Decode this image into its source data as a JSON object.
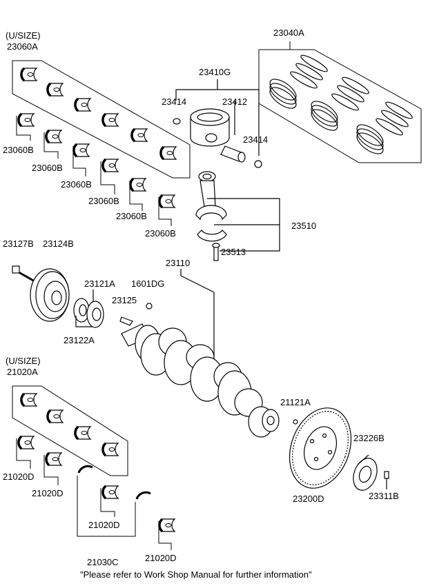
{
  "labels": {
    "usize_upper": "(U/SIZE)",
    "p23060A": "23060A",
    "p23060B": "23060B",
    "p23040A": "23040A",
    "p23410G": "23410G",
    "p23414": "23414",
    "p23412": "23412",
    "p23510": "23510",
    "p23513": "23513",
    "p23127B": "23127B",
    "p23124B": "23124B",
    "p23121A": "23121A",
    "p1601DG": "1601DG",
    "p23110": "23110",
    "p23125": "23125",
    "p23122A": "23122A",
    "usize_lower": "(U/SIZE)",
    "p21020A": "21020A",
    "p21020D": "21020D",
    "p21030C": "21030C",
    "p21121A": "21121A",
    "p23226B": "23226B",
    "p23200D": "23200D",
    "p23311B": "23311B"
  },
  "footer": "\"Please refer to Work Shop Manual for further information\""
}
